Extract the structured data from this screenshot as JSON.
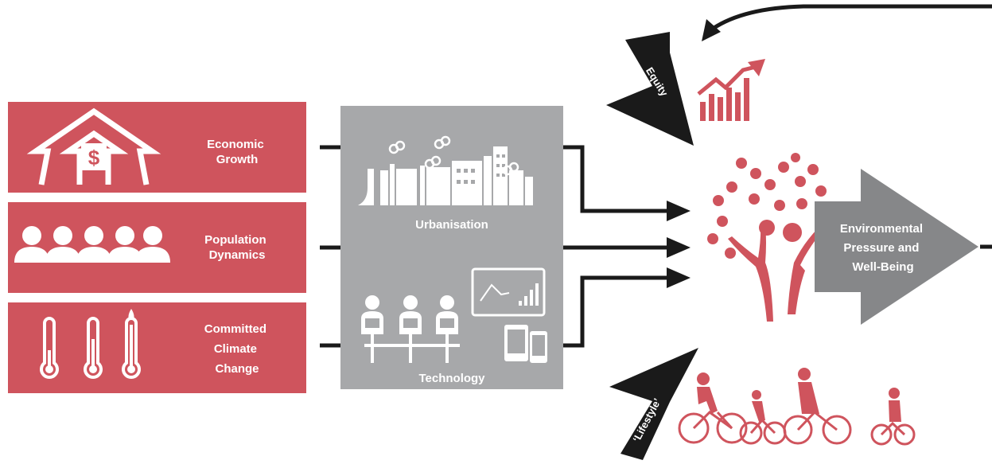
{
  "colors": {
    "driver_red": "#cf545d",
    "panel_grey": "#a7a8aa",
    "outcome_grey": "#868789",
    "arrow_black": "#1a1a1a",
    "white": "#ffffff"
  },
  "drivers": [
    {
      "label_lines": [
        "Economic",
        "Growth"
      ],
      "icon": "house-dollar-icon"
    },
    {
      "label_lines": [
        "Population",
        "Dynamics"
      ],
      "icon": "people-group-icon"
    },
    {
      "label_lines": [
        "Committed",
        "Climate",
        "Change"
      ],
      "icon": "thermometers-icon"
    }
  ],
  "middle_panel": {
    "urbanisation_label": "Urbanisation",
    "technology_label": "Technology"
  },
  "outcome": {
    "label_lines": [
      "Environmental",
      "Pressure and",
      "Well-Being"
    ],
    "icon": "tree-people-icon"
  },
  "modifiers": {
    "equity_label": "Equity",
    "lifestyle_label": "‘Lifestyle’",
    "equity_icon": "rising-bar-chart-icon",
    "lifestyle_icon": "family-cycling-icon"
  }
}
